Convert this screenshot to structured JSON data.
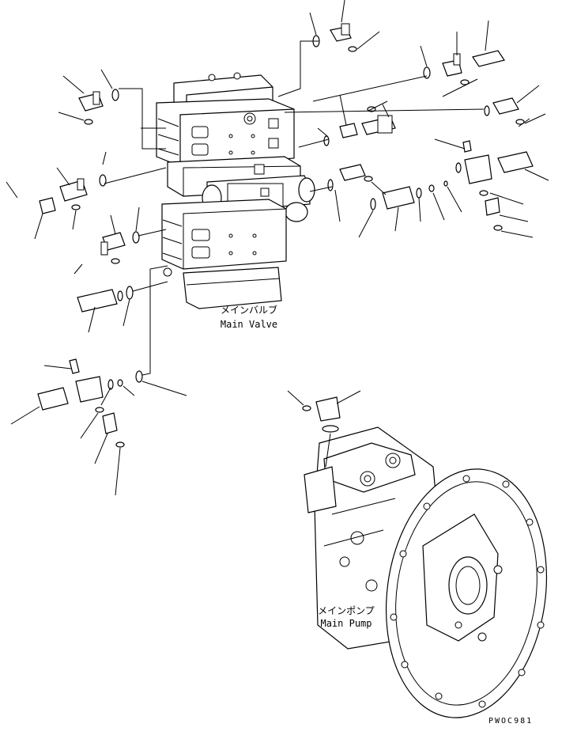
{
  "labels": {
    "main_valve_jp": "メインバルブ",
    "main_valve_en": "Main Valve",
    "main_pump_jp": "メインポンプ",
    "main_pump_en": "Main Pump"
  },
  "drawing_code": "PWOC981"
}
